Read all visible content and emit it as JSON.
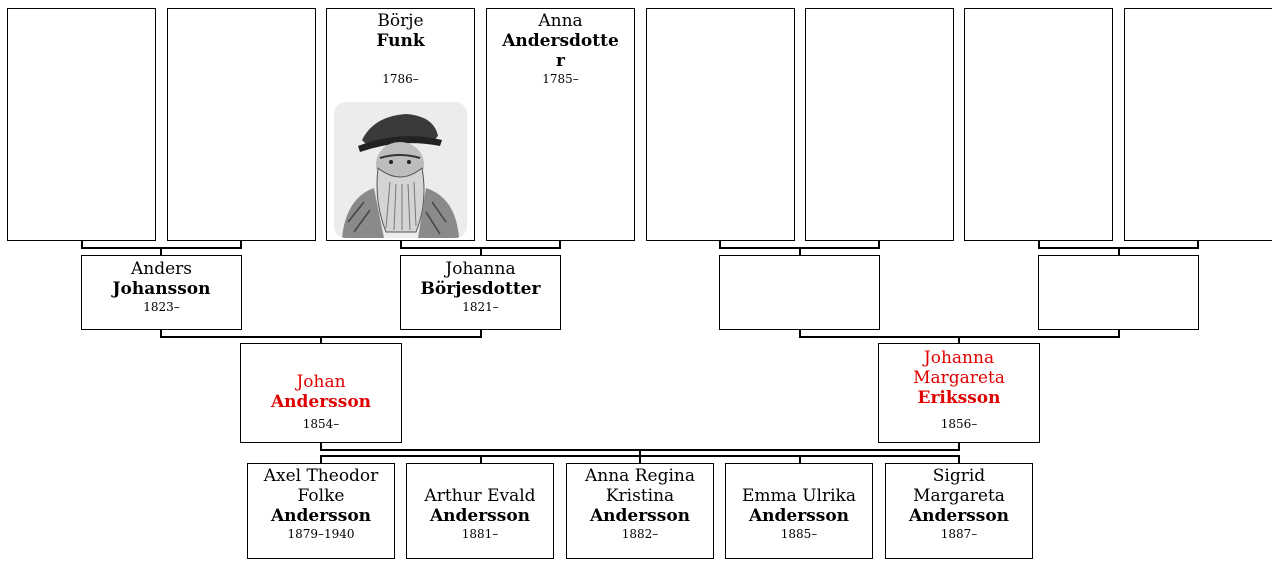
{
  "top_row": {
    "borje": {
      "given": "Börje",
      "surname": "Funk",
      "years": "1786–",
      "photo_icon": "portrait-engraving-icon"
    },
    "anna": {
      "given": "Anna",
      "surname_line1": "Andersdotte",
      "surname_line2": "r",
      "years": "1785–"
    }
  },
  "parents_row": {
    "anders": {
      "given": "Anders",
      "surname": "Johansson",
      "years": "1823–"
    },
    "johanna_b": {
      "given": "Johanna",
      "surname": "Börjesdotter",
      "years": "1821–"
    }
  },
  "couple": {
    "johan": {
      "given": "Johan",
      "surname": "Andersson",
      "years": "1854–",
      "color": "#e00000"
    },
    "johanna_m": {
      "given_line1": "Johanna",
      "given_line2": "Margareta",
      "surname": "Eriksson",
      "years": "1856–",
      "color": "#e00000"
    }
  },
  "children": [
    {
      "given_line1": "Axel Theodor",
      "given_line2": "Folke",
      "surname": "Andersson",
      "years": "1879–1940"
    },
    {
      "given_line1": "Arthur Evald",
      "surname": "Andersson",
      "years": "1881–"
    },
    {
      "given_line1": "Anna Regina",
      "given_line2": "Kristina",
      "surname": "Andersson",
      "years": "1882–"
    },
    {
      "given_line1": "Emma Ulrika",
      "surname": "Andersson",
      "years": "1885–"
    },
    {
      "given_line1": "Sigrid",
      "given_line2": "Margareta",
      "surname": "Andersson",
      "years": "1887–"
    }
  ]
}
